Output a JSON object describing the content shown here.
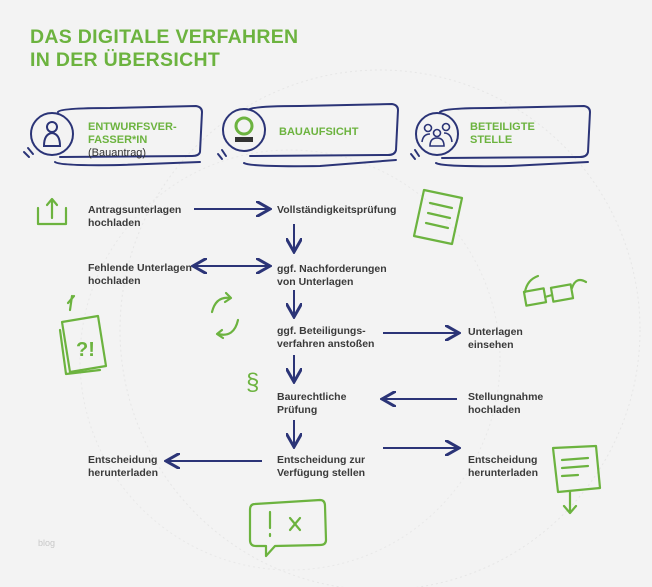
{
  "title": {
    "line1": "DAS DIGITALE VERFAHREN",
    "line2": "IN DER ÜBERSICHT"
  },
  "actors": [
    {
      "name": "ENTWURFSVER-",
      "name2": "FASSER*IN",
      "sub": "(Bauantrag)",
      "icon": "person-icon"
    },
    {
      "name": "BAUAUFSICHT",
      "icon": "authority-logo-icon"
    },
    {
      "name": "BETEILIGTE",
      "name2": "STELLE",
      "icon": "group-icon"
    }
  ],
  "steps": {
    "upload": [
      "Antragsunterlagen",
      "hochladen"
    ],
    "check": [
      "Vollständigkeitsprüfung"
    ],
    "missing": [
      "Fehlende Unterlagen",
      "hochladen"
    ],
    "request": [
      "ggf. Nachforderungen",
      "von Unterlagen"
    ],
    "participation": [
      "ggf. Beteiligungs-",
      "verfahren anstoßen"
    ],
    "view": [
      "Unterlagen",
      "einsehen"
    ],
    "review": [
      "Baurechtliche",
      "Prüfung"
    ],
    "statement": [
      "Stellungnahme",
      "hochladen"
    ],
    "download_left": [
      "Entscheidung",
      "herunterladen"
    ],
    "provide": [
      "Entscheidung zur",
      "Verfügung stellen"
    ],
    "download_right": [
      "Entscheidung",
      "herunterladen"
    ]
  },
  "footer": "blog",
  "colors": {
    "green": "#6cb33f",
    "navy": "#2b3477",
    "bg": "#f3f3f3"
  }
}
